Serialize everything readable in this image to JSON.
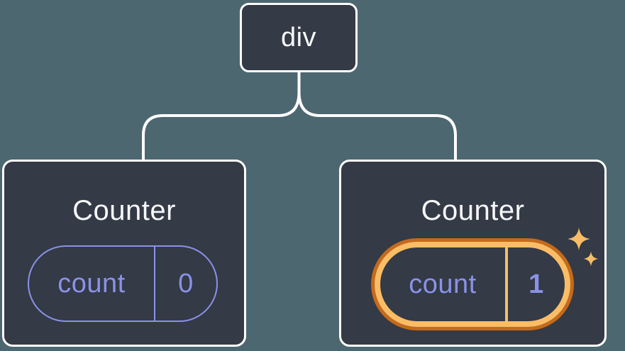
{
  "diagram": {
    "root": {
      "label": "div"
    },
    "children": [
      {
        "title": "Counter",
        "state": {
          "key": "count",
          "value": "0"
        },
        "highlighted": false
      },
      {
        "title": "Counter",
        "state": {
          "key": "count",
          "value": "1"
        },
        "highlighted": true
      }
    ]
  },
  "icons": {
    "sparkles": "sparkles-icon"
  },
  "colors": {
    "background": "#4d6770",
    "node_fill": "#343a46",
    "node_border": "#ffffff",
    "title_text": "#f6f7f9",
    "state_accent": "#8a92e8",
    "highlight_inner": "#fabd66",
    "highlight_outer": "#c56a1b"
  }
}
